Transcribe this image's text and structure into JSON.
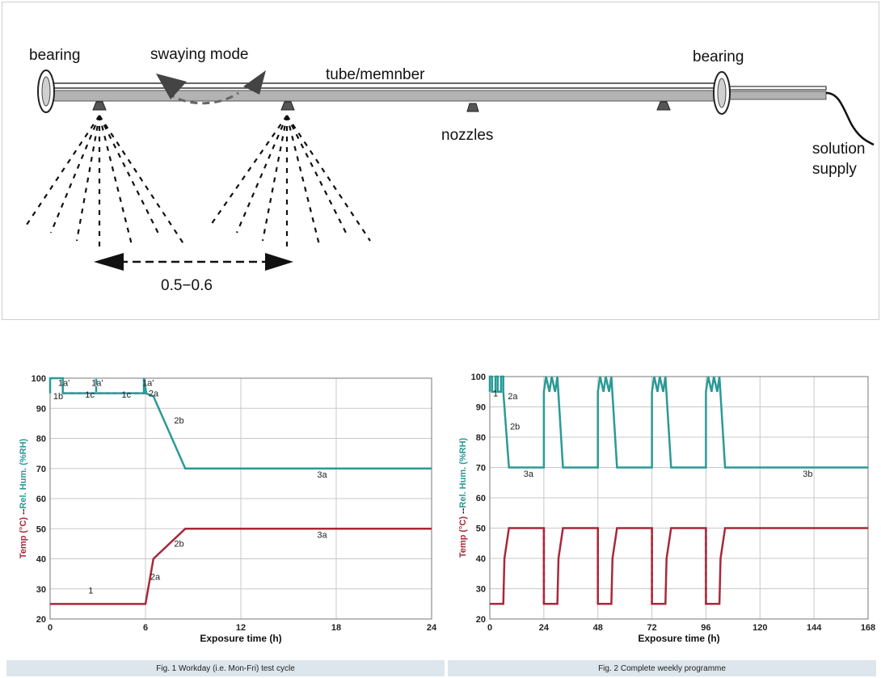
{
  "diagram": {
    "labels": {
      "bearing_left": "bearing",
      "swaying_mode": "swaying mode",
      "tube": "tube/memnber",
      "bearing_right": "bearing",
      "nozzles": "nozzles",
      "solution_supply_1": "solution",
      "solution_supply_2": "supply",
      "distance": "0.5−0.6"
    }
  },
  "chart_data": [
    {
      "type": "line",
      "caption": "Fig. 1  Workday (i.e. Mon-Fri) test cycle",
      "xlabel": "Exposure time (h)",
      "ylabel_temp": "Temp (°C)",
      "ylabel_sep": " --",
      "ylabel_rh": "Rel. Hum. (%RH)",
      "xlim": [
        0,
        24
      ],
      "ylim": [
        20,
        100
      ],
      "xticks": [
        "0",
        "6",
        "12",
        "18",
        "24"
      ],
      "yticks": [
        "20",
        "30",
        "40",
        "50",
        "60",
        "70",
        "80",
        "90",
        "100"
      ],
      "series": [
        {
          "color": "#2a9a96",
          "style": "solid",
          "x": [
            0,
            0,
            0.8,
            0.8,
            6,
            6.5,
            8.5,
            24
          ],
          "y": [
            95,
            100,
            100,
            95,
            95,
            94,
            70,
            70
          ]
        },
        {
          "color": "#2a9a96",
          "style": "dashed",
          "x": [
            0.8,
            2.9,
            2.9,
            2.9,
            6
          ],
          "y": [
            95,
            95,
            100,
            95,
            95
          ]
        },
        {
          "color": "#2a9a96",
          "style": "solid",
          "x": [
            5.9,
            5.9,
            6.05
          ],
          "y": [
            95,
            100,
            95
          ]
        },
        {
          "color": "#a8283a",
          "style": "solid",
          "x": [
            0,
            6,
            6.5,
            8.5,
            24
          ],
          "y": [
            25,
            25,
            40,
            50,
            50
          ]
        }
      ],
      "annotations": [
        {
          "text": "1a'",
          "x": 0.5,
          "y": 97.5
        },
        {
          "text": "1b",
          "x": 0.2,
          "y": 93
        },
        {
          "text": "1a'",
          "x": 2.6,
          "y": 97.5
        },
        {
          "text": "1c",
          "x": 2.2,
          "y": 93.5
        },
        {
          "text": "1c",
          "x": 4.5,
          "y": 93.5
        },
        {
          "text": "1a'",
          "x": 5.8,
          "y": 97.5
        },
        {
          "text": "2a",
          "x": 6.2,
          "y": 94
        },
        {
          "text": "2b",
          "x": 7.8,
          "y": 85
        },
        {
          "text": "3a",
          "x": 16.8,
          "y": 67
        },
        {
          "text": "1",
          "x": 2.4,
          "y": 28.5
        },
        {
          "text": "2a",
          "x": 6.3,
          "y": 33
        },
        {
          "text": "2b",
          "x": 7.8,
          "y": 44
        },
        {
          "text": "3a",
          "x": 16.8,
          "y": 47
        }
      ]
    },
    {
      "type": "line",
      "caption": "Fig. 2  Complete weekly programme",
      "xlabel": "Exposure time (h)",
      "ylabel_temp": "Temp (°C)",
      "ylabel_sep": " --",
      "ylabel_rh": "Rel. Hum. (%RH)",
      "xlim": [
        0,
        168
      ],
      "ylim": [
        20,
        100
      ],
      "xticks": [
        "0",
        "24",
        "48",
        "72",
        "96",
        "120",
        "144",
        "168"
      ],
      "yticks": [
        "20",
        "30",
        "40",
        "50",
        "60",
        "70",
        "80",
        "90",
        "100"
      ],
      "series": [
        {
          "color": "#2a9a96",
          "style": "solid",
          "x": [
            0,
            0,
            1,
            1,
            2.5,
            2.5,
            3.5,
            3.5,
            5,
            5,
            6,
            6,
            8.5,
            24,
            24,
            25,
            25,
            26.5,
            26.5,
            27.5,
            27.5,
            29,
            29,
            30,
            30,
            32.5,
            48,
            48,
            49,
            49,
            50.5,
            50.5,
            51.5,
            51.5,
            53,
            53,
            54,
            54,
            56.5,
            72,
            72,
            73,
            73,
            74.5,
            74.5,
            75.5,
            75.5,
            77,
            77,
            78,
            78,
            80.5,
            96,
            96,
            97,
            97,
            98.5,
            98.5,
            99.5,
            99.5,
            101,
            101,
            102,
            102,
            104.5,
            168
          ],
          "y": [
            95,
            100,
            100,
            95,
            95,
            100,
            100,
            95,
            95,
            100,
            100,
            95,
            70,
            70,
            95,
            100,
            100,
            95,
            95,
            100,
            100,
            95,
            95,
            100,
            100,
            70,
            70,
            95,
            100,
            100,
            95,
            95,
            100,
            100,
            95,
            95,
            100,
            100,
            70,
            70,
            95,
            100,
            100,
            95,
            95,
            100,
            100,
            95,
            95,
            100,
            100,
            70,
            70,
            95,
            100,
            100,
            95,
            95,
            100,
            100,
            95,
            95,
            100,
            100,
            70,
            70
          ]
        },
        {
          "color": "#a8283a",
          "style": "solid",
          "x": [
            0,
            6,
            6.5,
            8.5,
            24,
            24,
            30,
            30.5,
            32.5,
            48,
            48,
            54,
            54.5,
            56.5,
            72,
            72,
            78,
            78.5,
            80.5,
            96,
            96,
            102,
            102.5,
            104.5,
            168
          ],
          "y": [
            25,
            25,
            40,
            50,
            50,
            25,
            25,
            40,
            50,
            50,
            25,
            25,
            40,
            50,
            50,
            25,
            25,
            40,
            50,
            50,
            25,
            25,
            40,
            50,
            50
          ]
        },
        {
          "color": "#a8283a",
          "style": "dashed",
          "x": [
            24,
            24
          ],
          "y": [
            50,
            25
          ]
        },
        {
          "color": "#a8283a",
          "style": "dashed",
          "x": [
            48,
            48
          ],
          "y": [
            50,
            25
          ]
        },
        {
          "color": "#a8283a",
          "style": "dashed",
          "x": [
            72,
            72
          ],
          "y": [
            50,
            25
          ]
        },
        {
          "color": "#a8283a",
          "style": "dashed",
          "x": [
            96,
            96
          ],
          "y": [
            50,
            25
          ]
        }
      ],
      "annotations": [
        {
          "text": "1",
          "x": 1.5,
          "y": 93.5
        },
        {
          "text": "2a",
          "x": 8,
          "y": 92.5
        },
        {
          "text": "2b",
          "x": 9,
          "y": 82.5
        },
        {
          "text": "3a",
          "x": 15,
          "y": 67
        },
        {
          "text": "3b",
          "x": 139,
          "y": 67
        }
      ]
    }
  ]
}
